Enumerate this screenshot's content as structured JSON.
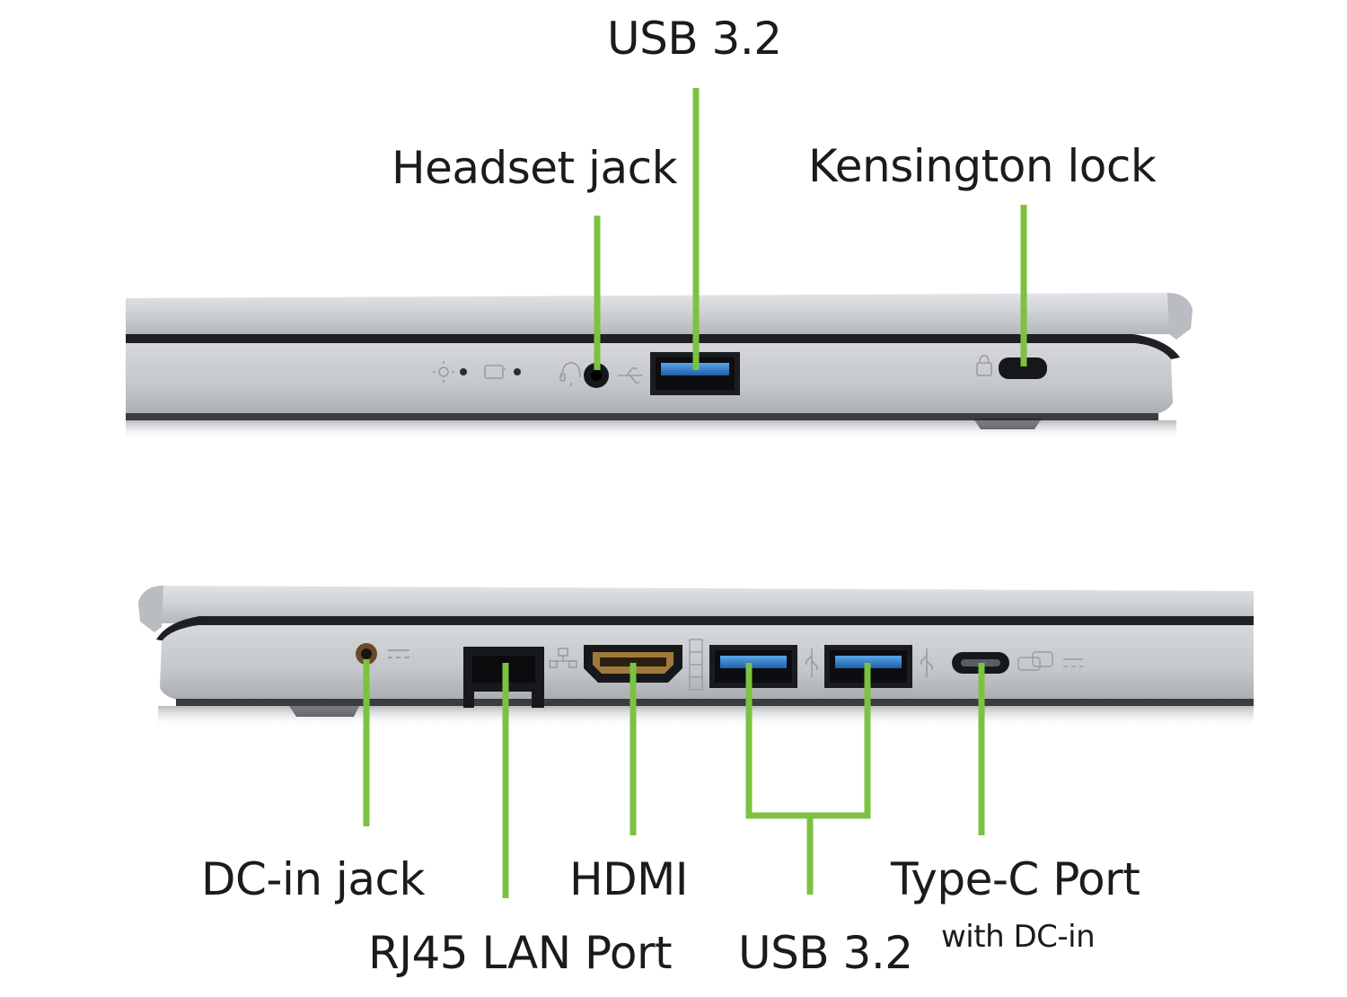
{
  "colors": {
    "callout": "#7cc242",
    "chassis": "#c9cbcf",
    "chassis_dark": "#1e2024",
    "usb_blue": "#2a78c8"
  },
  "top_view": {
    "labels": {
      "usb": "USB 3.2",
      "headset": "Headset jack",
      "kensington": "Kensington lock"
    },
    "icons": [
      "power-led-icon",
      "battery-led-icon",
      "headset-icon",
      "usb-symbol-icon",
      "lock-icon"
    ]
  },
  "bottom_view": {
    "labels": {
      "dc_in": "DC-in jack",
      "rj45": "RJ45 LAN Port",
      "hdmi": "HDMI",
      "usb": "USB 3.2",
      "type_c": "Type-C Port",
      "type_c_sub": "with DC-in"
    },
    "icons": [
      "dc-symbol-icon",
      "network-icon",
      "hdmi-text-icon",
      "usb-symbol-icon",
      "usb-c-pd-icon"
    ]
  }
}
